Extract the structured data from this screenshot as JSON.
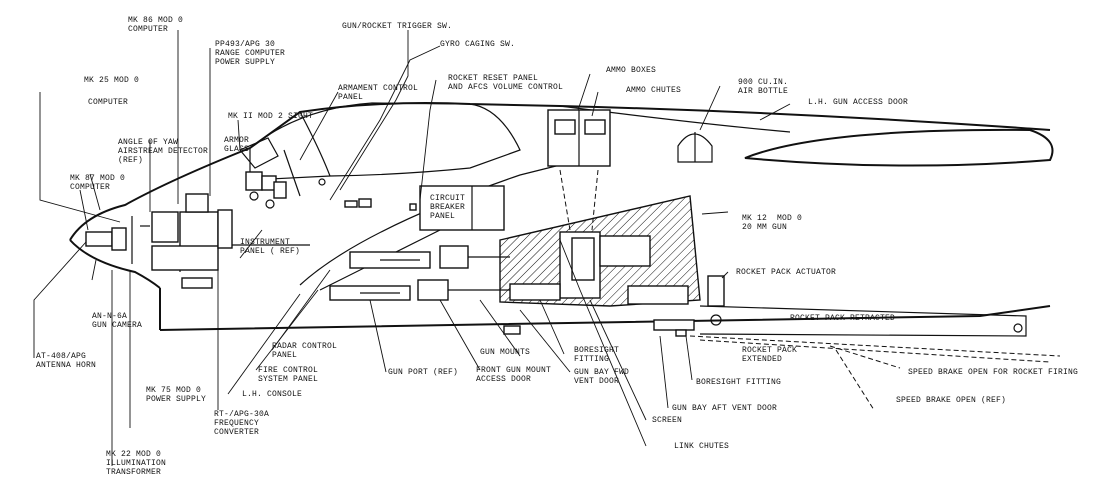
{
  "labels": {
    "mk86": "MK 86 MOD 0\nCOMPUTER",
    "pp493": "PP493/APG 30\nRANGE COMPUTER\nPOWER SUPPLY",
    "gun_rocket_trigger": "GUN/ROCKET TRIGGER SW.",
    "gyro_caging": "GYRO CAGING SW.",
    "armament_control": "ARMAMENT CONTROL\nPANEL",
    "rocket_reset": "ROCKET RESET PANEL\nAND AFCS VOLUME CONTROL",
    "ammo_boxes": "AMMO BOXES",
    "ammo_chutes": "AMMO CHUTES",
    "air_bottle": "900 CU.IN.\nAIR BOTTLE",
    "lh_gun_access": "L.H. GUN ACCESS DOOR",
    "mk25": "MK 25 MOD 0",
    "computer": "COMPUTER",
    "mk11": "MK II MOD 2 SIGHT",
    "armor_glass": "ARMOR\nGLASS",
    "angle_of_yaw": "ANGLE OF YAW\nAIRSTREAM DETECTOR\n(REF)",
    "mk87": "MK 87 MOD 0\nCOMPUTER",
    "circuit_breaker": "CIRCUIT\nBREAKER\nPANEL",
    "mk12": "MK 12  MOD 0\n20 MM GUN",
    "instrument_panel": "INSTRUMENT\nPANEL ( REF)",
    "rocket_pack_actuator": "ROCKET PACK ACTUATOR",
    "rocket_pack_retracted": "ROCKET PACK RETRACTED",
    "an_n_6a": "AN-N-6A\nGUN CAMERA",
    "radar_control": "RADAR CONTROL\nPANEL",
    "gun_mounts": "GUN MOUNTS",
    "boresight_fitting_1": "BORESIGHT\nFITTING",
    "rocket_pack_extended": "ROCKET PACK\nEXTENDED",
    "at_408": "AT-408/APG\nANTENNA HORN",
    "fire_control": "FIRE CONTROL\nSYSTEM PANEL",
    "gun_port": "GUN PORT (REF)",
    "front_gun_mount": "FRONT GUN MOUNT\nACCESS DOOR",
    "gun_bay_fwd": "GUN BAY FWD\nVENT DOOR",
    "boresight_fitting_2": "BORESIGHT FITTING",
    "speed_brake_rocket": "SPEED BRAKE OPEN FOR ROCKET FIRING",
    "lh_console": "L.H. CONSOLE",
    "mk75": "MK 75 MOD 0\nPOWER SUPPLY",
    "gun_bay_aft": "GUN BAY AFT VENT DOOR",
    "speed_brake_ref": "SPEED BRAKE  OPEN (REF)",
    "rt_apg": "RT-/APG-30A\nFREQUENCY\nCONVERTER",
    "screen": "SCREEN",
    "link_chutes": "LINK CHUTES",
    "mk22": "MK 22 MOD 0\nILLUMINATION\nTRANSFORMER"
  }
}
